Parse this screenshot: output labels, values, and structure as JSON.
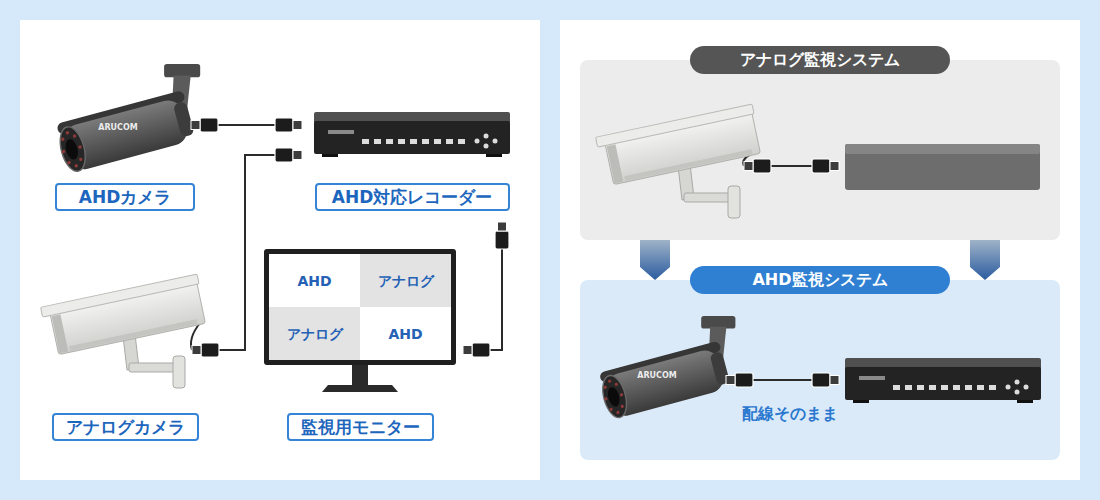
{
  "diagram": {
    "nodes": [
      {
        "text": [
          "AHDカメラ"
        ]
      },
      {
        "text": [
          "AHD対応レコーダー"
        ]
      },
      {
        "text": [
          "アナログカメラ"
        ]
      },
      {
        "text": [
          "監視用モニター"
        ]
      },
      {
        "text": [
          "アナログ監視システム"
        ]
      },
      {
        "text": [
          "AHD監視システム"
        ]
      }
    ],
    "edges": [
      {
        "from": 4,
        "to": 5,
        "arrow": "to"
      },
      {
        "from": 4,
        "to": 5,
        "arrow": "to"
      }
    ],
    "labels": [
      "AHD",
      "アナログ",
      "アナログ",
      "AHD",
      "ARUCOM",
      "ARUCOM",
      "配線そのまま"
    ]
  }
}
